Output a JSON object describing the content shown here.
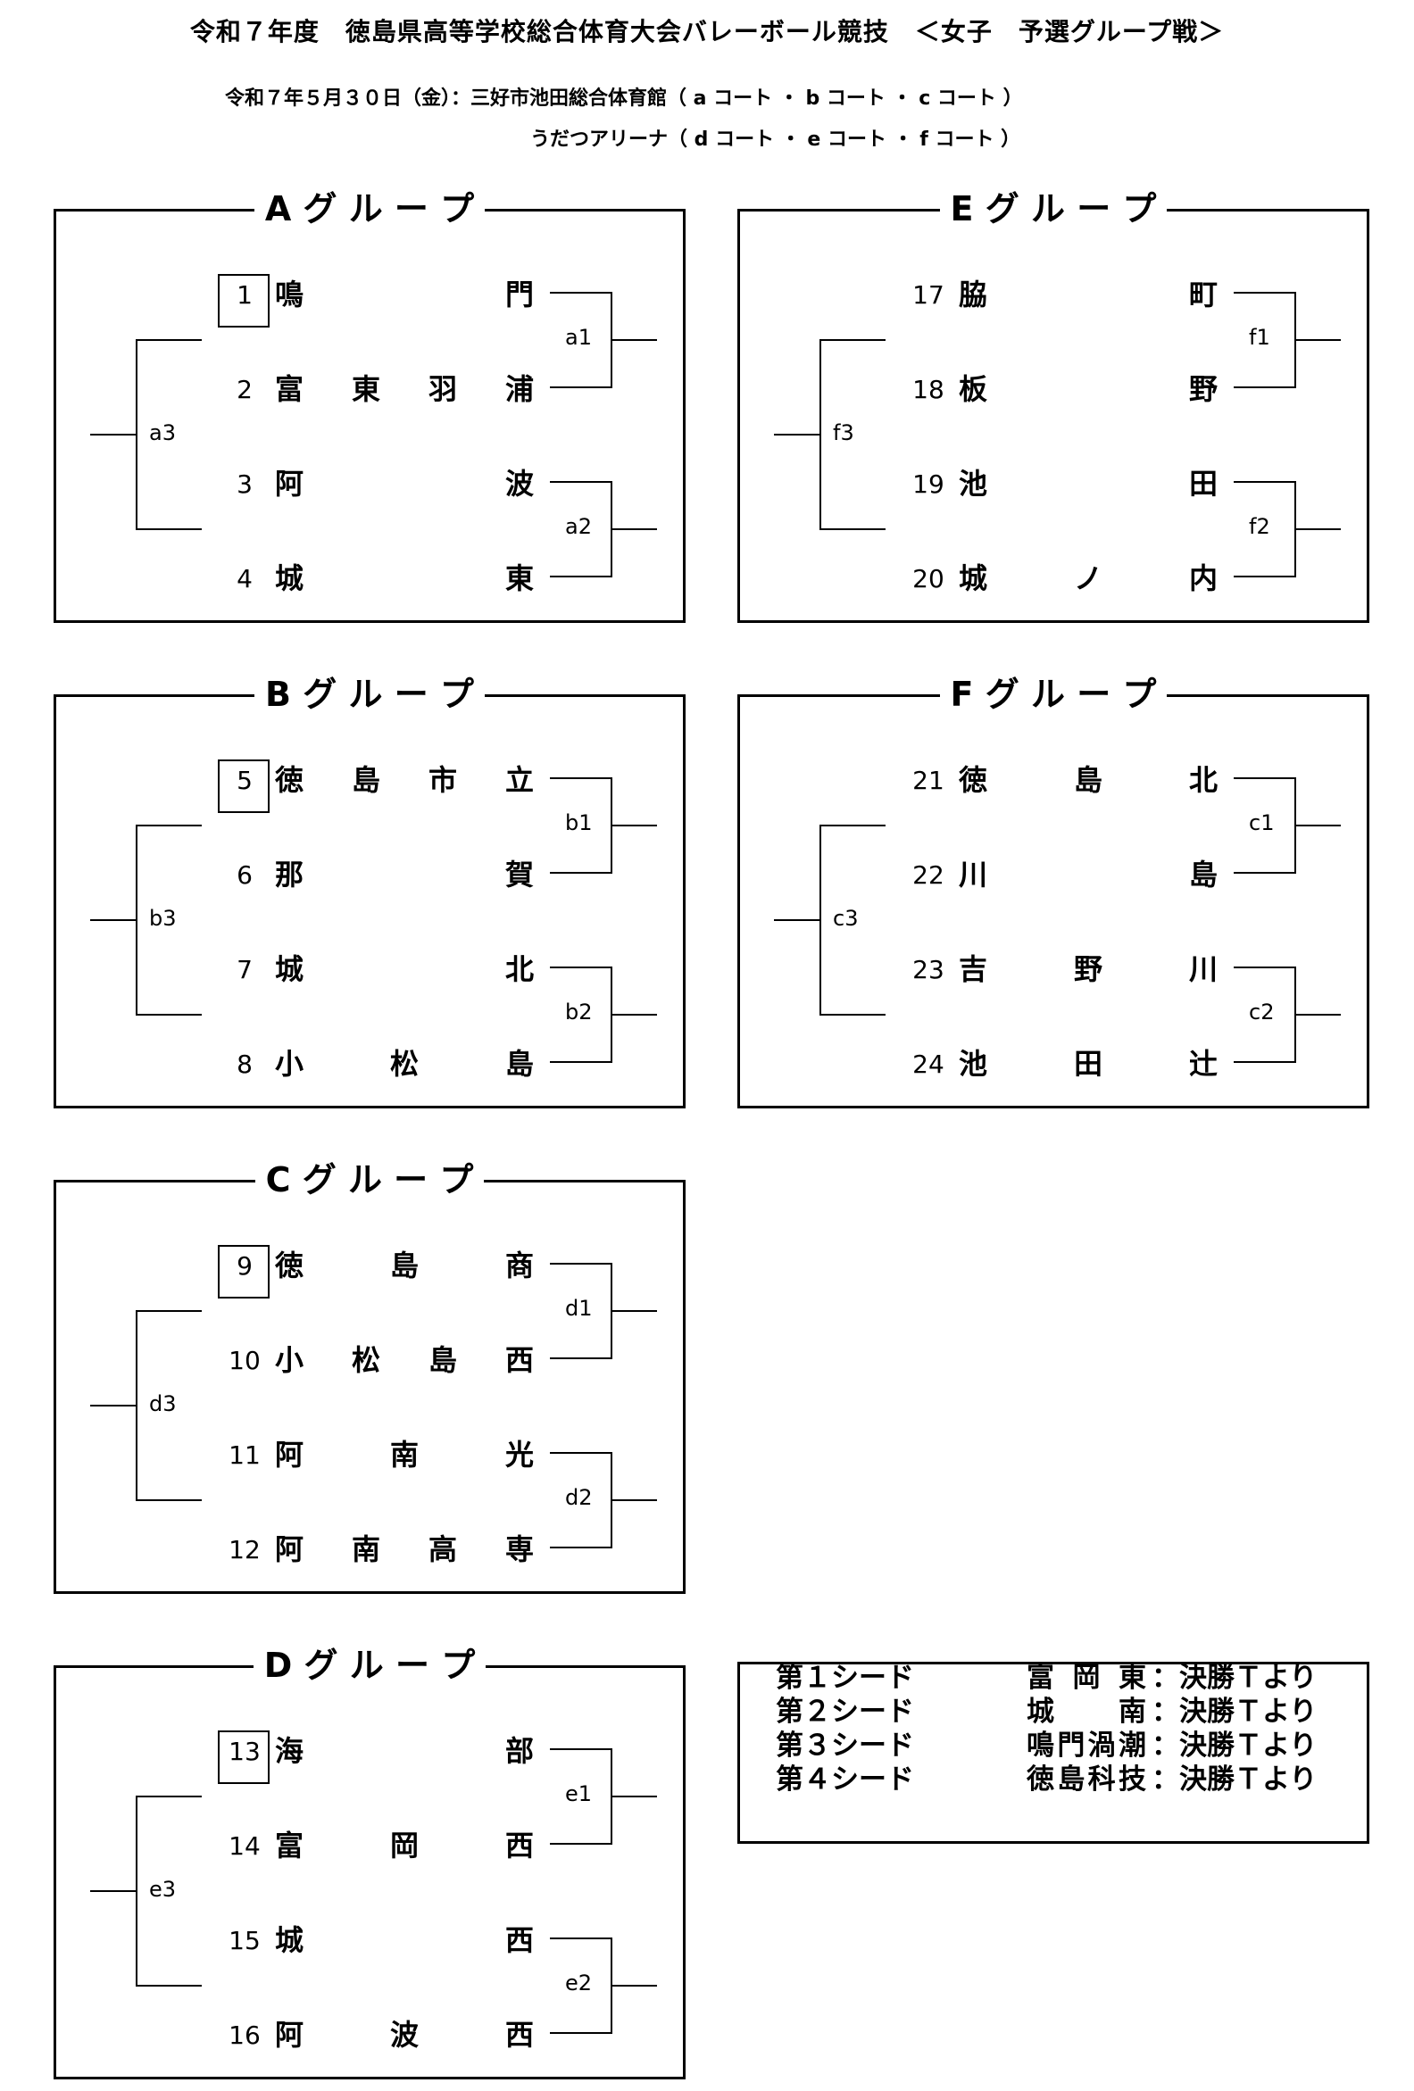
{
  "title": "令和７年度　徳島県高等学校総合体育大会バレーボール競技　＜女子　予選グループ戦＞",
  "venue_line1": "令和７年５月３０日（金）：三好市池田総合体育館（ a コート ・ b コート ・ c コート ）",
  "venue_line2": "うだつアリーナ（ d コート ・ e コート ・ f コート ）",
  "groups": [
    {
      "title": "A グ ル ー プ",
      "semi1": "a1",
      "semi2": "a2",
      "final": "a3",
      "teams": [
        {
          "num": "1",
          "seed": true,
          "name": [
            "鳴",
            "門"
          ]
        },
        {
          "num": "2",
          "seed": false,
          "name": [
            "富",
            "東",
            "羽",
            "浦"
          ]
        },
        {
          "num": "3",
          "seed": false,
          "name": [
            "阿",
            "波"
          ]
        },
        {
          "num": "4",
          "seed": false,
          "name": [
            "城",
            "東"
          ]
        }
      ]
    },
    {
      "title": "B グ ル ー プ",
      "semi1": "b1",
      "semi2": "b2",
      "final": "b3",
      "teams": [
        {
          "num": "5",
          "seed": true,
          "name": [
            "徳",
            "島",
            "市",
            "立"
          ]
        },
        {
          "num": "6",
          "seed": false,
          "name": [
            "那",
            "賀"
          ]
        },
        {
          "num": "7",
          "seed": false,
          "name": [
            "城",
            "北"
          ]
        },
        {
          "num": "8",
          "seed": false,
          "name": [
            "小",
            "松",
            "島"
          ]
        }
      ]
    },
    {
      "title": "C グ ル ー プ",
      "semi1": "d1",
      "semi2": "d2",
      "final": "d3",
      "teams": [
        {
          "num": "9",
          "seed": true,
          "name": [
            "徳",
            "島",
            "商"
          ]
        },
        {
          "num": "10",
          "seed": false,
          "name": [
            "小",
            "松",
            "島",
            "西"
          ]
        },
        {
          "num": "11",
          "seed": false,
          "name": [
            "阿",
            "南",
            "光"
          ]
        },
        {
          "num": "12",
          "seed": false,
          "name": [
            "阿",
            "南",
            "高",
            "専"
          ]
        }
      ]
    },
    {
      "title": "D グ ル ー プ",
      "semi1": "e1",
      "semi2": "e2",
      "final": "e3",
      "teams": [
        {
          "num": "13",
          "seed": true,
          "name": [
            "海",
            "部"
          ]
        },
        {
          "num": "14",
          "seed": false,
          "name": [
            "富",
            "岡",
            "西"
          ]
        },
        {
          "num": "15",
          "seed": false,
          "name": [
            "城",
            "西"
          ]
        },
        {
          "num": "16",
          "seed": false,
          "name": [
            "阿",
            "波",
            "西"
          ]
        }
      ]
    },
    {
      "title": "E グ ル ー プ",
      "semi1": "f1",
      "semi2": "f2",
      "final": "f3",
      "teams": [
        {
          "num": "17",
          "seed": false,
          "name": [
            "脇",
            "町"
          ]
        },
        {
          "num": "18",
          "seed": false,
          "name": [
            "板",
            "野"
          ]
        },
        {
          "num": "19",
          "seed": false,
          "name": [
            "池",
            "田"
          ]
        },
        {
          "num": "20",
          "seed": false,
          "name": [
            "城",
            "ノ",
            "内"
          ]
        }
      ]
    },
    {
      "title": "F グ ル ー プ",
      "semi1": "c1",
      "semi2": "c2",
      "final": "c3",
      "teams": [
        {
          "num": "21",
          "seed": false,
          "name": [
            "徳",
            "島",
            "北"
          ]
        },
        {
          "num": "22",
          "seed": false,
          "name": [
            "川",
            "島"
          ]
        },
        {
          "num": "23",
          "seed": false,
          "name": [
            "吉",
            "野",
            "川"
          ]
        },
        {
          "num": "24",
          "seed": false,
          "name": [
            "池",
            "田",
            "辻"
          ]
        }
      ]
    }
  ],
  "seeds": [
    {
      "label": "第１シード",
      "team": [
        "富",
        "岡",
        "東"
      ],
      "rest": "：決勝Ｔより"
    },
    {
      "label": "第２シード",
      "team": [
        "城",
        "南"
      ],
      "rest": "：決勝Ｔより"
    },
    {
      "label": "第３シード",
      "team": [
        "鳴",
        "門",
        "渦",
        "潮"
      ],
      "rest": "：決勝Ｔより"
    },
    {
      "label": "第４シード",
      "team": [
        "徳",
        "島",
        "科",
        "技"
      ],
      "rest": "：決勝Ｔより"
    }
  ]
}
